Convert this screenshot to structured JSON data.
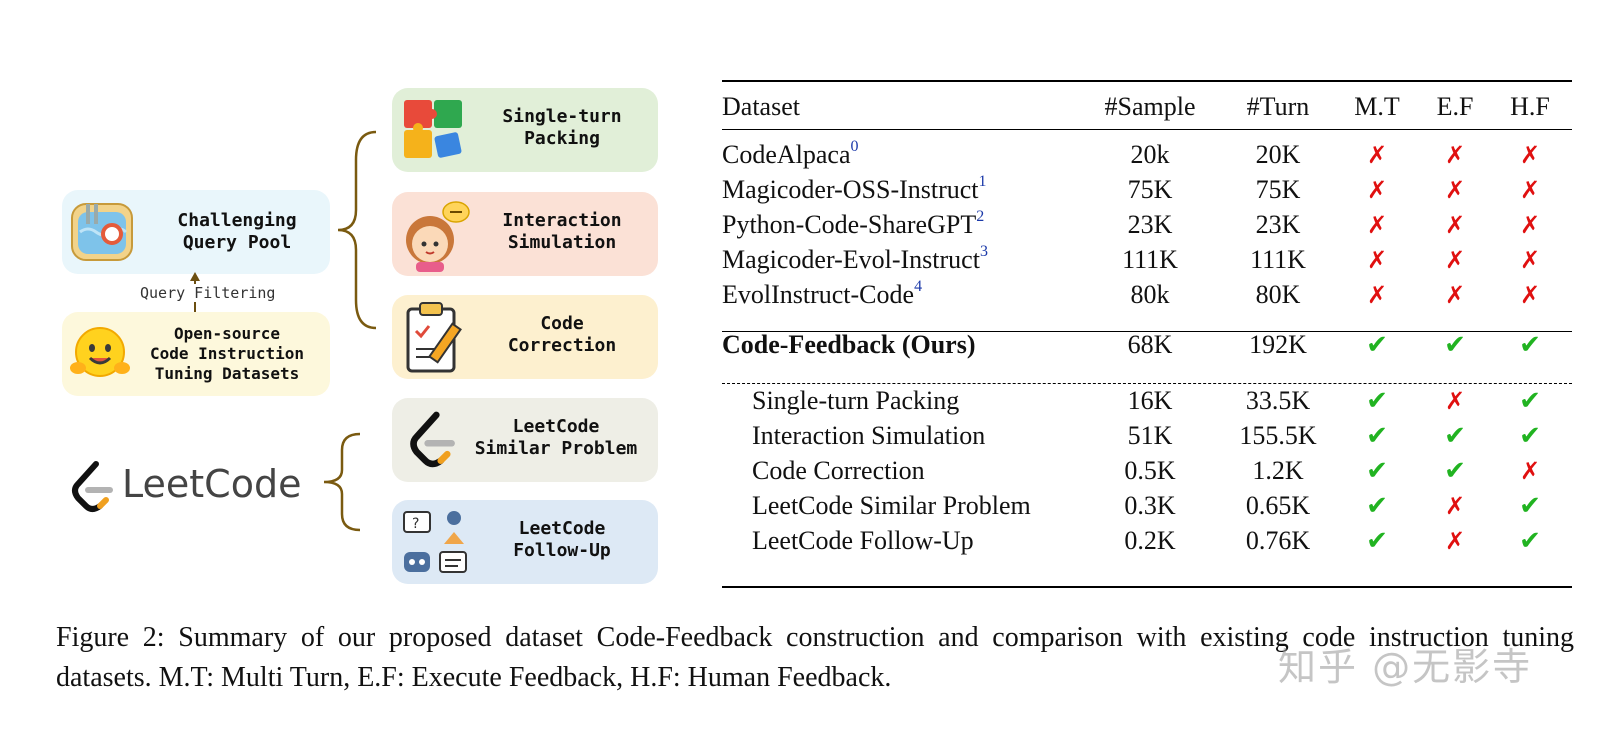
{
  "diagram": {
    "pool_label": "Challenging\nQuery Pool",
    "source_label": "Open-source\nCode Instruction\nTuning Datasets",
    "arrow_label": "Query Filtering",
    "leetcode_logo_text": "LeetCode",
    "boxes": [
      {
        "label": "Single-turn\nPacking",
        "icon": "puzzle-icon",
        "color": "#e1efd8"
      },
      {
        "label": "Interaction\nSimulation",
        "icon": "girl-chat-icon",
        "color": "#fbe1d6"
      },
      {
        "label": "Code\nCorrection",
        "icon": "clipboard-pencil-icon",
        "color": "#fdf0cf"
      },
      {
        "label": "LeetCode\nSimilar Problem",
        "icon": "leetcode-icon",
        "color": "#eeeee6"
      },
      {
        "label": "LeetCode\nFollow-Up",
        "icon": "qa-robot-icon",
        "color": "#dde9f5"
      }
    ],
    "brace_color": "#7a5a10"
  },
  "table": {
    "headers": [
      "Dataset",
      "#Sample",
      "#Turn",
      "M.T",
      "E.F",
      "H.F"
    ],
    "existing": [
      {
        "name": "CodeAlpaca",
        "ref": "0",
        "sample": "20k",
        "turn": "20K",
        "mt": "✗",
        "ef": "✗",
        "hf": "✗"
      },
      {
        "name": "Magicoder-OSS-Instruct",
        "ref": "1",
        "sample": "75K",
        "turn": "75K",
        "mt": "✗",
        "ef": "✗",
        "hf": "✗"
      },
      {
        "name": "Python-Code-ShareGPT",
        "ref": "2",
        "sample": "23K",
        "turn": "23K",
        "mt": "✗",
        "ef": "✗",
        "hf": "✗"
      },
      {
        "name": "Magicoder-Evol-Instruct",
        "ref": "3",
        "sample": "111K",
        "turn": "111K",
        "mt": "✗",
        "ef": "✗",
        "hf": "✗"
      },
      {
        "name": "EvolInstruct-Code",
        "ref": "4",
        "sample": "80k",
        "turn": "80K",
        "mt": "✗",
        "ef": "✗",
        "hf": "✗"
      }
    ],
    "ours": {
      "name": "Code-Feedback (Ours)",
      "sample": "68K",
      "turn": "192K",
      "mt": "✔",
      "ef": "✔",
      "hf": "✔"
    },
    "subsets": [
      {
        "name": "Single-turn Packing",
        "sample": "16K",
        "turn": "33.5K",
        "mt": "✔",
        "ef": "✗",
        "hf": "✔"
      },
      {
        "name": "Interaction Simulation",
        "sample": "51K",
        "turn": "155.5K",
        "mt": "✔",
        "ef": "✔",
        "hf": "✔"
      },
      {
        "name": "Code Correction",
        "sample": "0.5K",
        "turn": "1.2K",
        "mt": "✔",
        "ef": "✔",
        "hf": "✗"
      },
      {
        "name": "LeetCode Similar Problem",
        "sample": "0.3K",
        "turn": "0.65K",
        "mt": "✔",
        "ef": "✗",
        "hf": "✔"
      },
      {
        "name": "LeetCode Follow-Up",
        "sample": "0.2K",
        "turn": "0.76K",
        "mt": "✔",
        "ef": "✗",
        "hf": "✔"
      }
    ]
  },
  "caption": "Figure 2:  Summary of our proposed dataset Code-Feedback construction and comparison with existing code instruction tuning datasets. M.T: Multi Turn, E.F: Execute Feedback, H.F: Human Feedback.",
  "watermark": "知乎 @无影寺"
}
